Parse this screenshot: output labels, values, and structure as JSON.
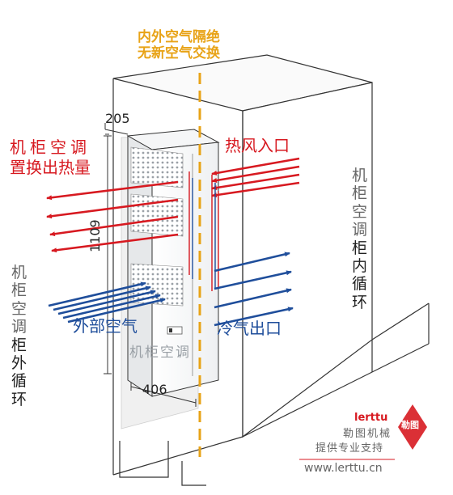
{
  "top_note": {
    "line1": "内外空气隔绝",
    "line2": "无新空气交换"
  },
  "left_red_label": {
    "line1": "机柜空调",
    "line2": "置换出热量"
  },
  "right_red_label": "热风入口",
  "outside_air_label": "外部空气",
  "cold_air_label": "冷气出口",
  "left_vertical": {
    "chars_gray": [
      "机",
      "柜",
      "空",
      "调"
    ],
    "chars_dark": [
      "柜",
      "外",
      "循",
      "环"
    ]
  },
  "right_vertical": {
    "chars_gray": [
      "机",
      "柜",
      "空",
      "调"
    ],
    "chars_dark": [
      "柜",
      "内",
      "循",
      "环"
    ]
  },
  "dimensions": {
    "depth": "205",
    "height": "1109",
    "width": "406"
  },
  "unit_panel_label": "机柜空调",
  "logo": {
    "brand": "lerttu",
    "badge": "勒图",
    "company": "勒图机械",
    "slogan": "提供专业支持",
    "url": "www.lerttu.cn"
  },
  "colors": {
    "hot": "#d71920",
    "cold": "#1f4e9b",
    "divider": "#e8a317",
    "outline": "#333333"
  }
}
